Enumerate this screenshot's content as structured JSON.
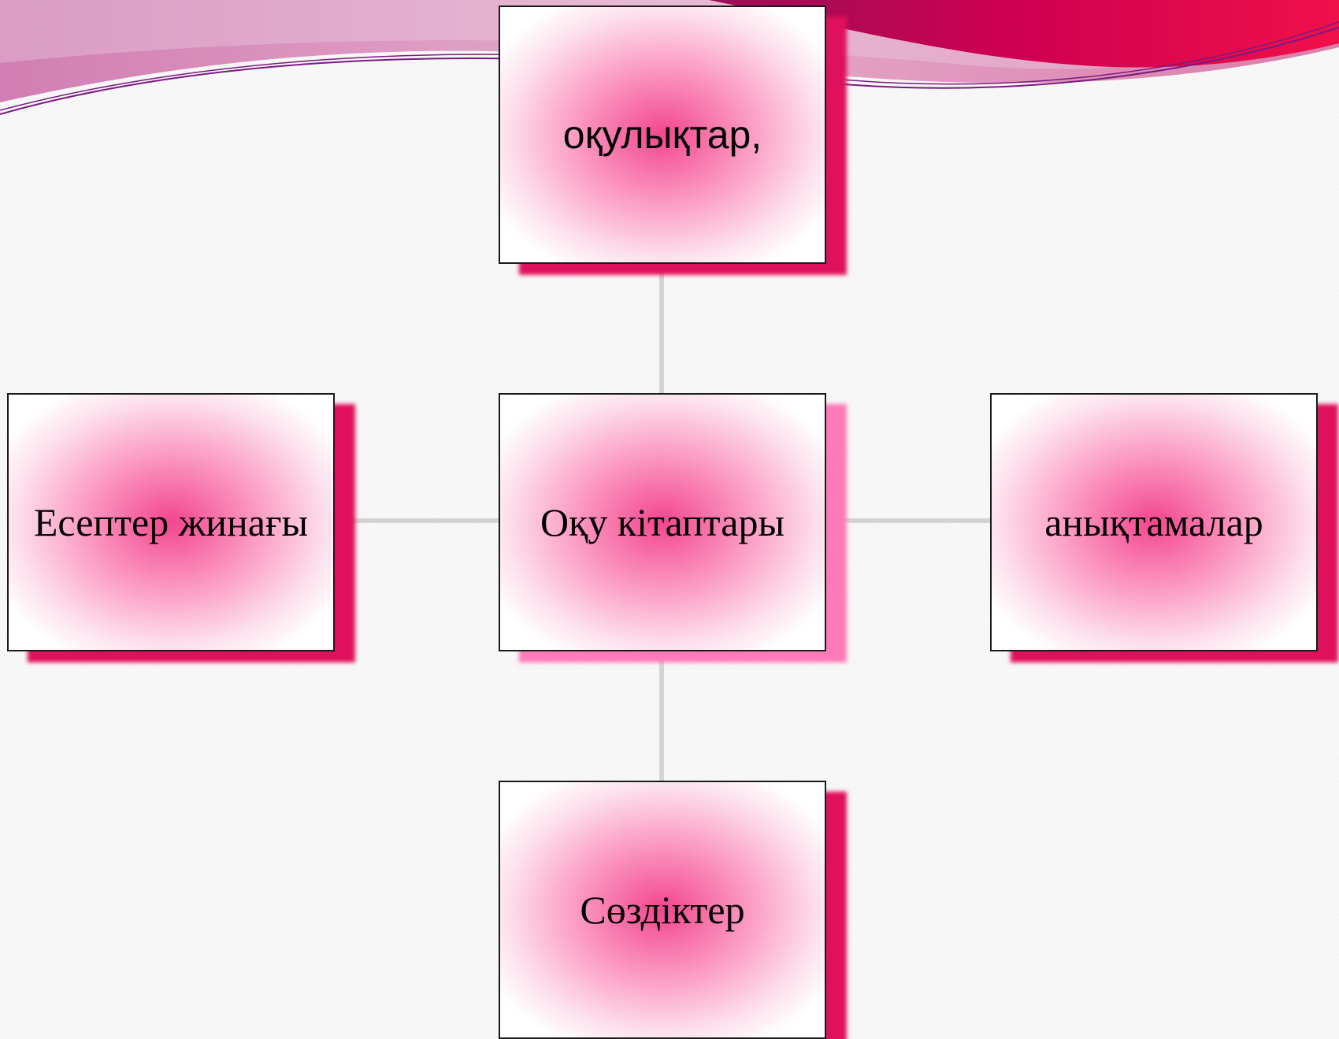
{
  "colors": {
    "background": "#f8f8f8",
    "node_center_fill": "#f2468e",
    "node_edge_fill": "#ffffff",
    "node_shadow": "#e0115c",
    "center_node_shadow": "#ff7ab8",
    "connector": "#d4d4d4",
    "banner_pink": "#d67fb0",
    "banner_crimson": "#c8004f"
  },
  "diagram": {
    "center": {
      "label": "Оқу кітаптары"
    },
    "top": {
      "label": "оқулықтар,"
    },
    "left": {
      "label": "Есептер жинағы"
    },
    "right": {
      "label": "анықтамалар"
    },
    "bottom": {
      "label": "Сөздіктер"
    }
  }
}
